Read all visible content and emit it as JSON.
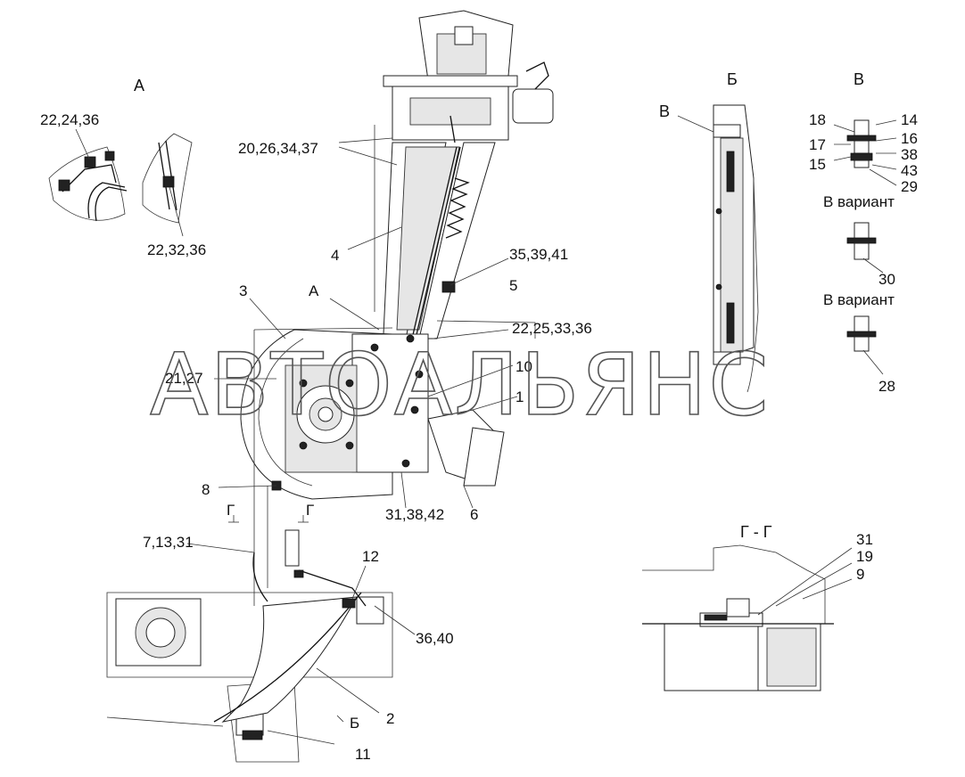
{
  "views": {
    "a": "А",
    "b": "Б",
    "v1": "В",
    "v2": "В",
    "gg": "Г - Г",
    "section_mark_1": "Г",
    "section_mark_2": "Г",
    "arrow_a": "А",
    "arrow_b": "Б"
  },
  "callouts": {
    "c_22_24_36": "22,24,36",
    "c_22_32_36": "22,32,36",
    "c_20_26_34_37": "20,26,34,37",
    "c_4": "4",
    "c_35_39_41": "35,39,41",
    "c_5": "5",
    "c_3": "3",
    "c_22_25_33_36": "22,25,33,36",
    "c_21_27": "21,27",
    "c_10": "10",
    "c_1": "1",
    "c_8": "8",
    "c_31_38_42": "31,38,42",
    "c_6": "6",
    "c_7_13_31": "7,13,31",
    "c_12": "12",
    "c_36_40": "36,40",
    "c_2": "2",
    "c_11": "11",
    "c_31": "31",
    "c_19": "19",
    "c_9": "9",
    "c_18": "18",
    "c_14": "14",
    "c_16": "16",
    "c_17": "17",
    "c_38": "38",
    "c_15": "15",
    "c_43": "43",
    "c_29": "29",
    "c_30": "30",
    "c_28": "28",
    "variant_1": "В вариант",
    "variant_2": "В вариант"
  },
  "watermark": "АВТОАЛЬЯНС"
}
